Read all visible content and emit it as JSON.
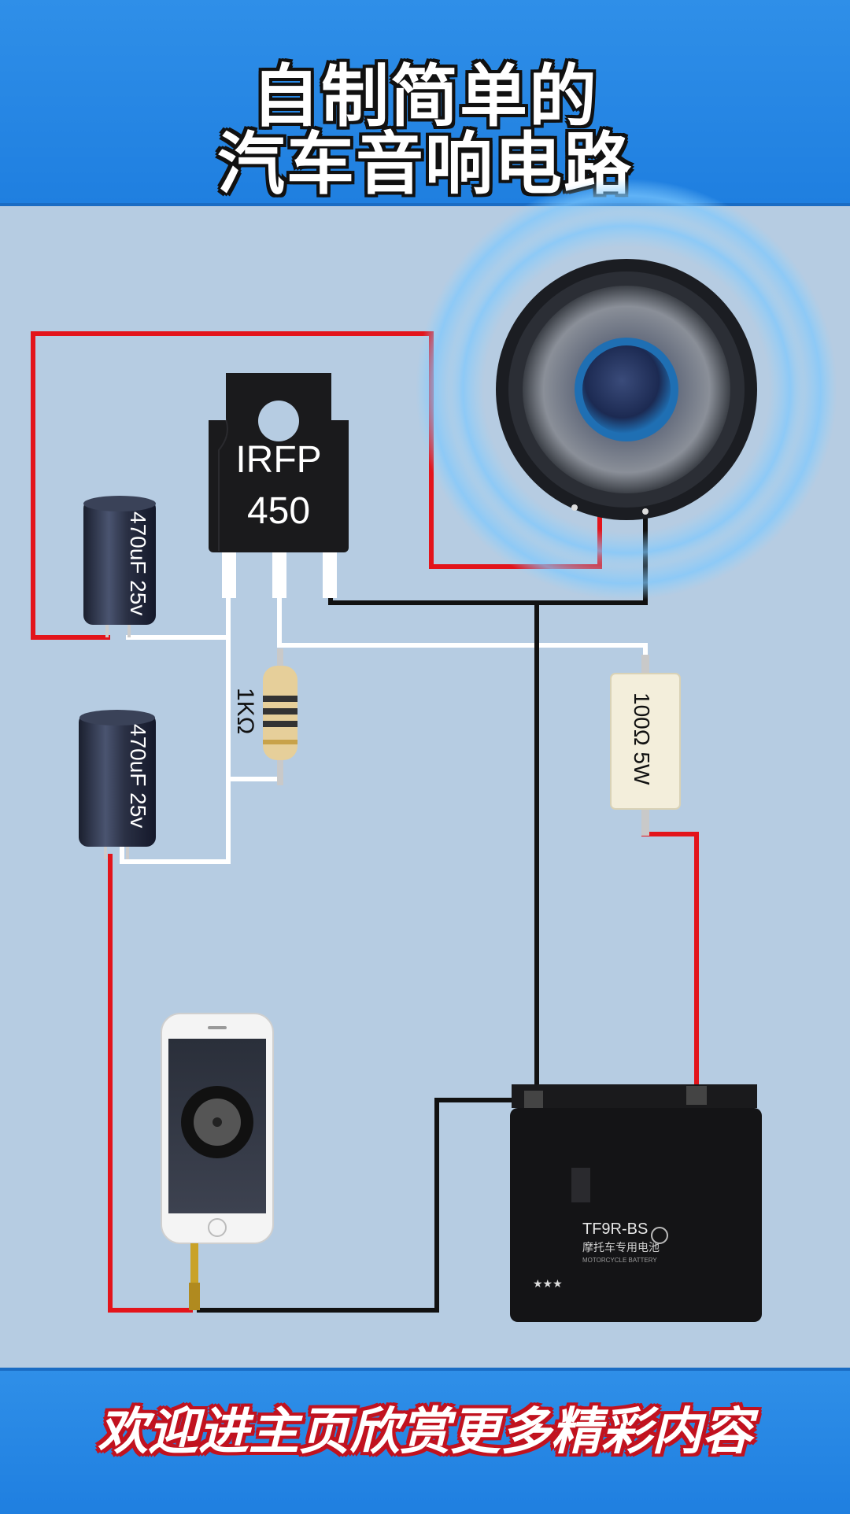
{
  "header": {
    "title_line1": "自制简单的",
    "title_line2": "汽车音响电路"
  },
  "components": {
    "mosfet": {
      "line1": "IRFP",
      "line2": "450"
    },
    "capacitor_top": {
      "label": "470uF 25v"
    },
    "capacitor_bottom": {
      "label": "470uF 25v"
    },
    "resistor_small": {
      "label": "1KΩ"
    },
    "resistor_power": {
      "label": "100Ω 5W"
    },
    "battery": {
      "model": "TF9R-BS",
      "subtitle": "摩托车专用电池",
      "subtitle_en": "MOTORCYCLE BATTERY"
    }
  },
  "colors": {
    "banner": "#2585e4",
    "background": "#b6cce2",
    "wire_red": "#e3141b",
    "wire_black": "#111111",
    "wire_white": "#ffffff"
  },
  "footer": {
    "text": "欢迎进主页欣赏更多精彩内容"
  }
}
